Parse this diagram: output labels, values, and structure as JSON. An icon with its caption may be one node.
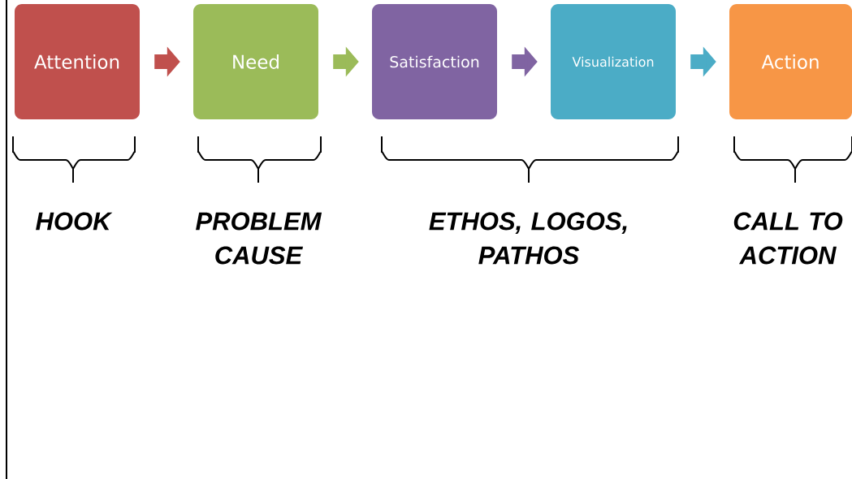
{
  "diagram": {
    "nodes": [
      {
        "text": [
          "Attention"
        ]
      },
      {
        "text": [
          "Need"
        ]
      },
      {
        "text": [
          "Satisfaction"
        ]
      },
      {
        "text": [
          "Visualization"
        ]
      },
      {
        "text": [
          "Action"
        ]
      }
    ],
    "edges": [
      {
        "from": 0,
        "to": 1,
        "arrow": "to",
        "color": "#c0504d"
      },
      {
        "from": 1,
        "to": 2,
        "arrow": "to",
        "color": "#9bbb59"
      },
      {
        "from": 2,
        "to": 3,
        "arrow": "to",
        "color": "#8064a2"
      },
      {
        "from": 3,
        "to": 4,
        "arrow": "to",
        "color": "#4bacc6"
      }
    ],
    "labels": [
      "HOOK",
      "PROBLEM CAUSE",
      "ETHOS, LOGOS, PATHOS",
      "CALL TO ACTION"
    ]
  }
}
